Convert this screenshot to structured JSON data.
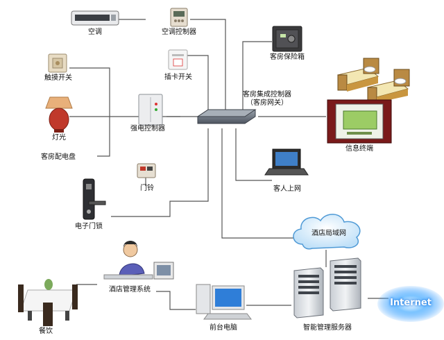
{
  "nodes": {
    "air_conditioner": "空调",
    "ac_controller": "空调控制器",
    "room_safe": "客房保险箱",
    "touch_switch": "触摸开关",
    "card_switch": "插卡开关",
    "room_controller": "客房集成控制器\n（客房网关）",
    "lighting": "灯光",
    "power_controller": "强电控制器",
    "info_terminal": "信息终端",
    "distribution_panel": "客房配电盘",
    "doorbell": "门铃",
    "guest_internet": "客人上网",
    "door_lock": "电子门锁",
    "hotel_lan": "酒店局域网",
    "hotel_mgmt_system": "酒店管理系统",
    "dining": "餐饮",
    "front_desk_pc": "前台电脑",
    "smart_server": "智能管理服务器",
    "internet": "Internet"
  },
  "colors": {
    "line": "#555555",
    "cloud": "#d6ecfb",
    "cloud_stroke": "#4f9ad6",
    "internet_glow": "#1e90ff",
    "terminal_frame": "#7a1a1a",
    "terminal_screen": "#9ccc65",
    "switch_body": "#6c7480",
    "lamp_shade": "#e8b07a",
    "lamp_base": "#c0392b"
  }
}
